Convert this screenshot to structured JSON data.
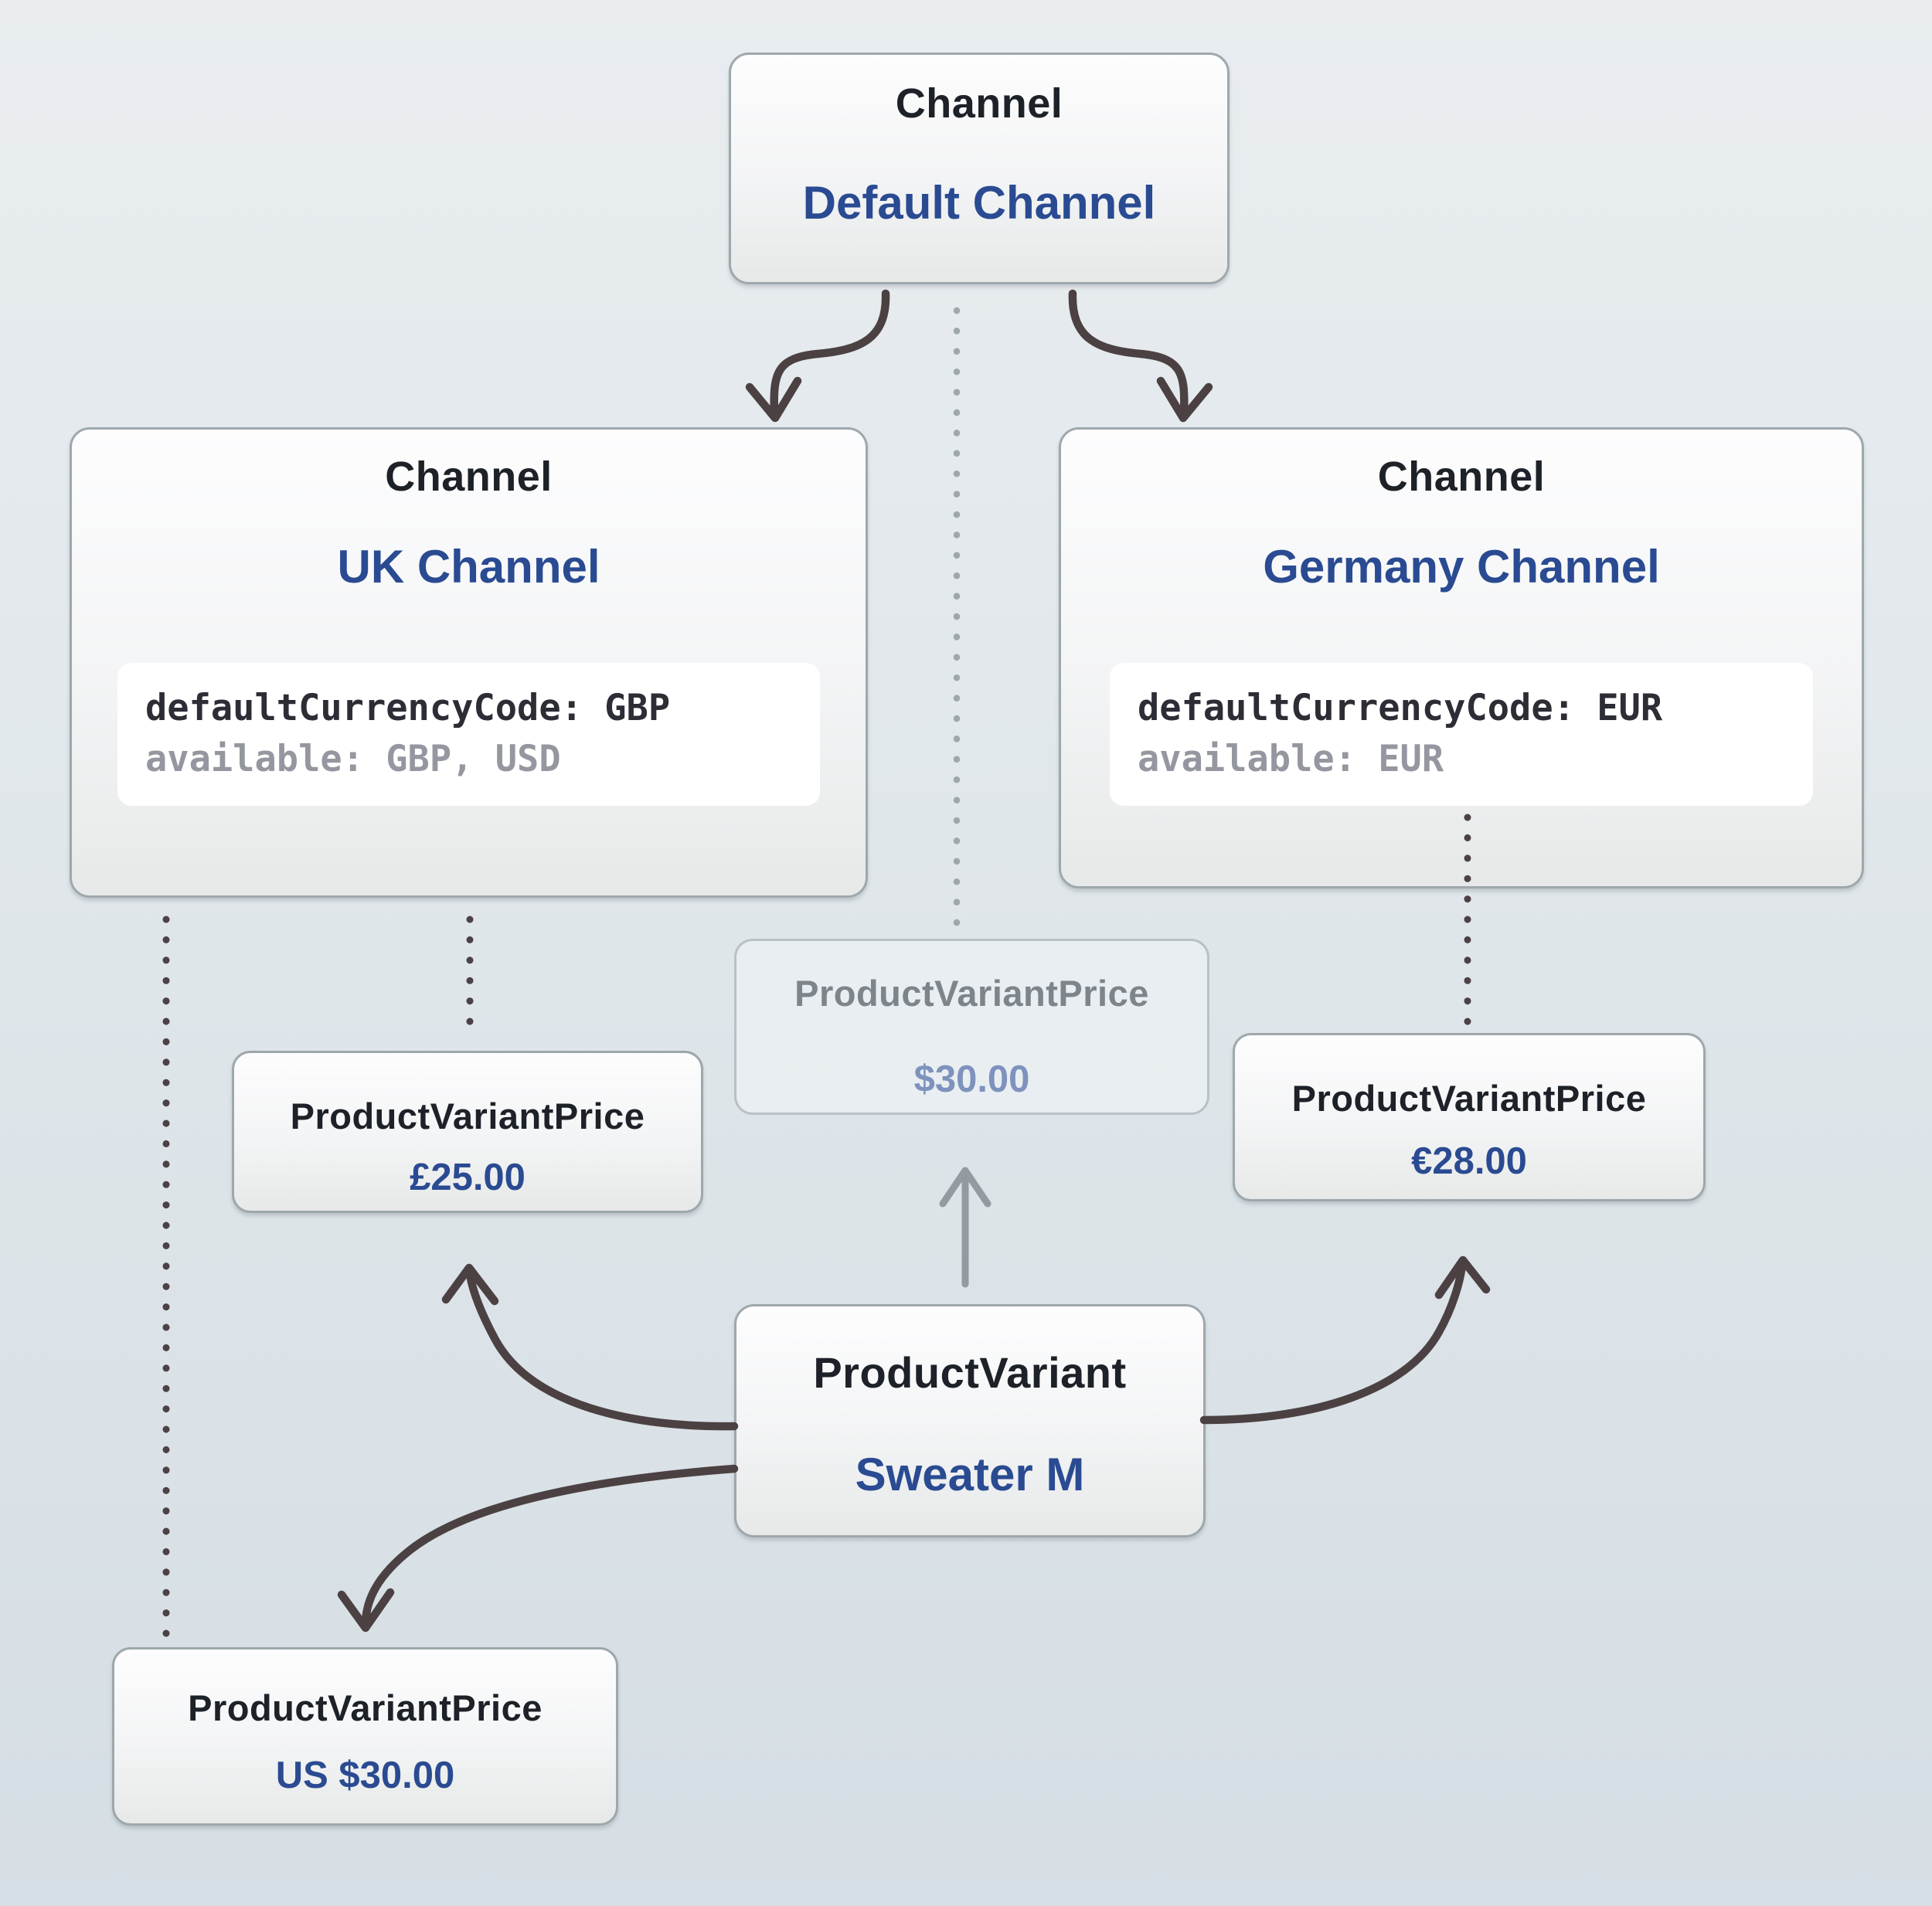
{
  "colors": {
    "background_top": "#e9edf0",
    "background_bottom": "#d5dee4",
    "card_border": "#9ea8ac",
    "heading_text": "#1d2128",
    "entity_name_blue": "#2a4b92",
    "code_text": "#2c2d35",
    "code_muted_text": "#9597a0",
    "edge_dark": "#4c4142",
    "edge_muted_gray": "#939ba1",
    "dotted_muted_gray": "#9ea7ac",
    "ghost_border": "#b9c1c6",
    "ghost_title": "#7d858b",
    "ghost_value": "#7e92bd"
  },
  "nodes": {
    "default_channel": {
      "type": "Channel",
      "name": "Default Channel"
    },
    "uk_channel": {
      "type": "Channel",
      "name": "UK Channel",
      "code": {
        "line1": "defaultCurrencyCode: GBP",
        "line2": "available: GBP, USD"
      }
    },
    "germany_channel": {
      "type": "Channel",
      "name": "Germany Channel",
      "code": {
        "line1": "defaultCurrencyCode: EUR",
        "line2": "available: EUR"
      }
    },
    "inherited_price": {
      "type": "ProductVariantPrice",
      "value": "$30.00"
    },
    "uk_price": {
      "type": "ProductVariantPrice",
      "value": "£25.00"
    },
    "germany_price": {
      "type": "ProductVariantPrice",
      "value": "€28.00"
    },
    "product_variant": {
      "type": "ProductVariant",
      "name": "Sweater M"
    },
    "us_price": {
      "type": "ProductVariantPrice",
      "value": "US $30.00"
    }
  },
  "edges": [
    {
      "from": "default-channel",
      "to": "uk-channel",
      "style": "curved-arrow-dark"
    },
    {
      "from": "default-channel",
      "to": "germany-channel",
      "style": "curved-arrow-dark"
    },
    {
      "from": "default-channel",
      "to": "inherited-price",
      "style": "dotted-gray"
    },
    {
      "from": "uk-channel",
      "to": "uk-price",
      "style": "dotted-dark"
    },
    {
      "from": "uk-channel",
      "to": "us-price",
      "style": "dotted-dark"
    },
    {
      "from": "germany-channel",
      "to": "germany-price",
      "style": "dotted-dark"
    },
    {
      "from": "product-variant",
      "to": "inherited-price",
      "style": "straight-arrow-gray"
    },
    {
      "from": "product-variant",
      "to": "uk-price",
      "style": "curved-arrow-dark"
    },
    {
      "from": "product-variant",
      "to": "us-price",
      "style": "curved-arrow-dark"
    },
    {
      "from": "product-variant",
      "to": "germany-price",
      "style": "curved-arrow-dark"
    }
  ]
}
